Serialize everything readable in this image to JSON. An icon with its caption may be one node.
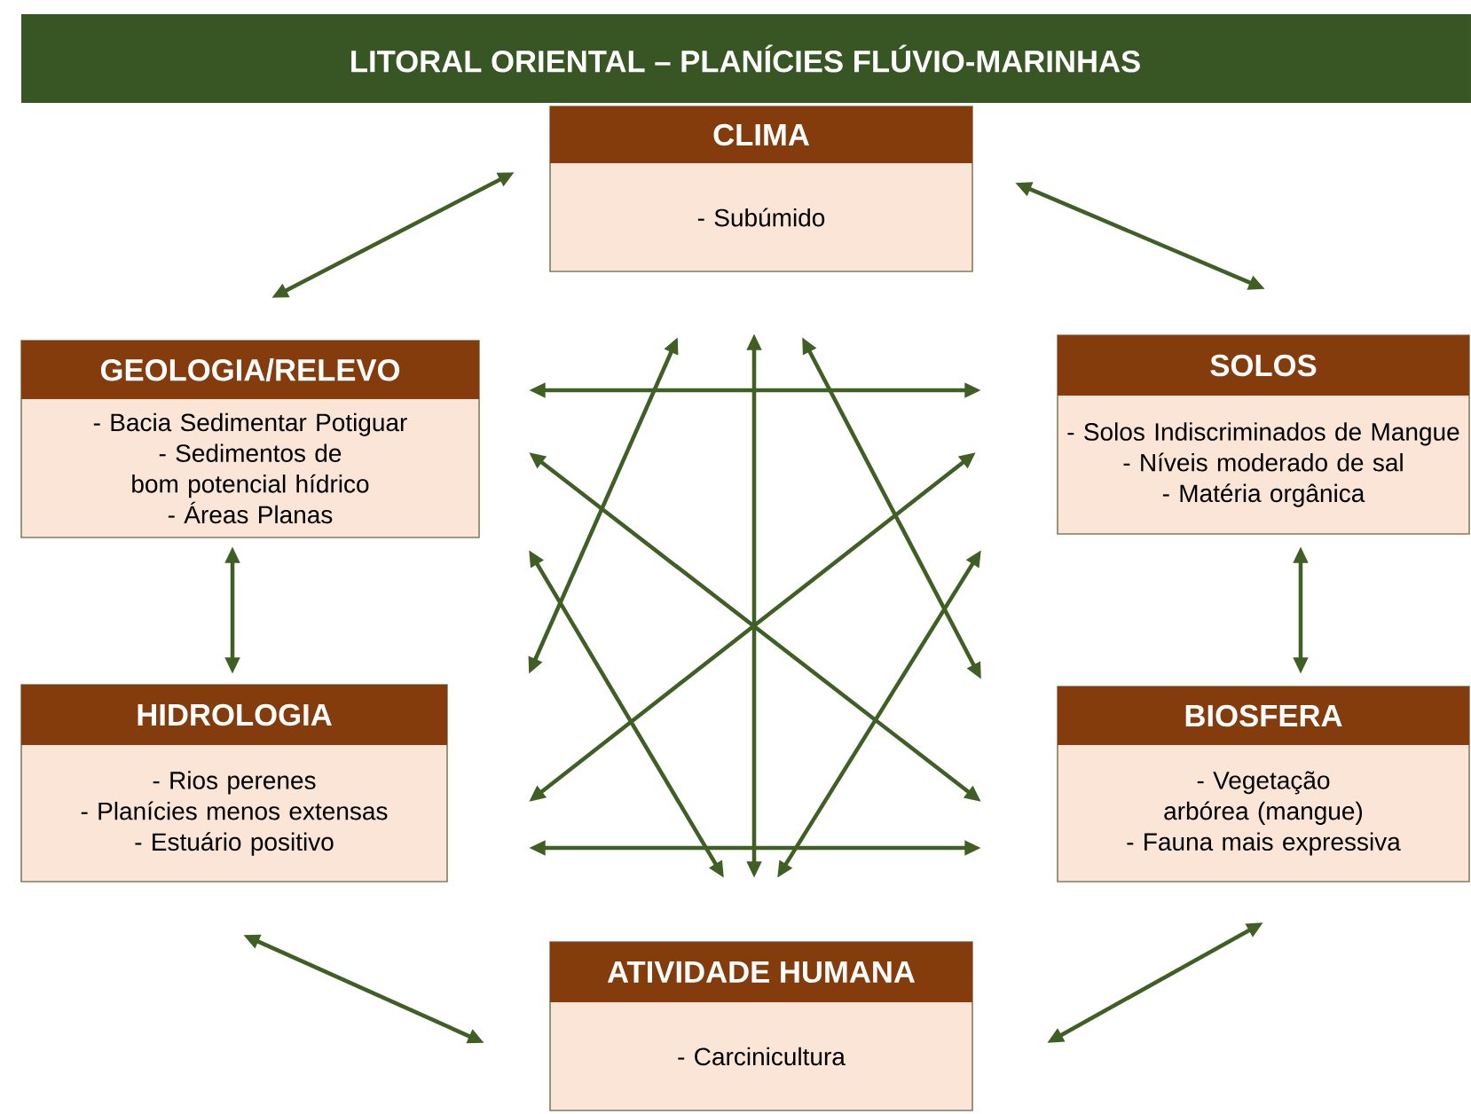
{
  "diagram": {
    "title": "LITORAL ORIENTAL – PLANÍCIES FLÚVIO-MARINHAS",
    "nodes": [
      {
        "text": [
          "CLIMA",
          "- Subúmido"
        ]
      },
      {
        "text": [
          "GEOLOGIA/RELEVO",
          "- Bacia Sedimentar Potiguar",
          "- Sedimentos de bom potencial hídrico",
          "- Áreas Planas"
        ]
      },
      {
        "text": [
          "SOLOS",
          "- Solos Indiscriminados de Mangue",
          "- Níveis moderado de sal",
          "- Matéria orgânica"
        ]
      },
      {
        "text": [
          "HIDROLOGIA",
          "- Rios perenes",
          "- Planícies menos extensas",
          "- Estuário positivo"
        ]
      },
      {
        "text": [
          "BIOSFERA",
          "- Vegetação arbórea (mangue)",
          "- Fauna mais expressiva"
        ]
      },
      {
        "text": [
          "ATIVIDADE HUMANA",
          "- Carcinicultura"
        ]
      }
    ],
    "edges": [
      {
        "from": 0,
        "to": 1,
        "arrow": "both"
      },
      {
        "from": 0,
        "to": 2,
        "arrow": "both"
      },
      {
        "from": 1,
        "to": 3,
        "arrow": "both"
      },
      {
        "from": 2,
        "to": 4,
        "arrow": "both"
      },
      {
        "from": 3,
        "to": 5,
        "arrow": "both"
      },
      {
        "from": 4,
        "to": 5,
        "arrow": "both"
      },
      {
        "from": 1,
        "to": 2,
        "arrow": "both"
      },
      {
        "from": 3,
        "to": 4,
        "arrow": "both"
      },
      {
        "from": 0,
        "to": 5,
        "arrow": "both"
      },
      {
        "from": 0,
        "to": 3,
        "arrow": "both"
      },
      {
        "from": 0,
        "to": 4,
        "arrow": "both"
      },
      {
        "from": 1,
        "to": 4,
        "arrow": "both"
      },
      {
        "from": 3,
        "to": 2,
        "arrow": "both"
      },
      {
        "from": 1,
        "to": 5,
        "arrow": "both"
      },
      {
        "from": 2,
        "to": 5,
        "arrow": "both"
      }
    ]
  }
}
